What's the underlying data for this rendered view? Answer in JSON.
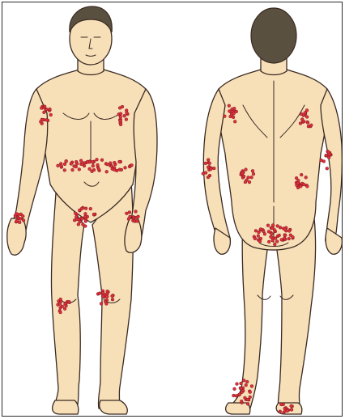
{
  "figure": {
    "views": [
      "front",
      "back"
    ]
  },
  "colors": {
    "skin": "#f7dfb8",
    "outline": "#3a2a22",
    "hair": "#5a5040",
    "rash_dot": "#e0303a",
    "rash_dot_rim": "#7a1820",
    "frame": "#2b2b2b"
  },
  "rash_sites": {
    "front": [
      "left-axilla",
      "right-axilla",
      "waistline",
      "left-wrist",
      "right-wrist",
      "groin",
      "left-knee",
      "right-knee"
    ],
    "back": [
      "left-axilla-posterior",
      "right-axilla-posterior",
      "left-elbow",
      "right-elbow",
      "lower-back-left",
      "lower-back-right",
      "buttocks",
      "left-ankle",
      "right-foot"
    ]
  }
}
